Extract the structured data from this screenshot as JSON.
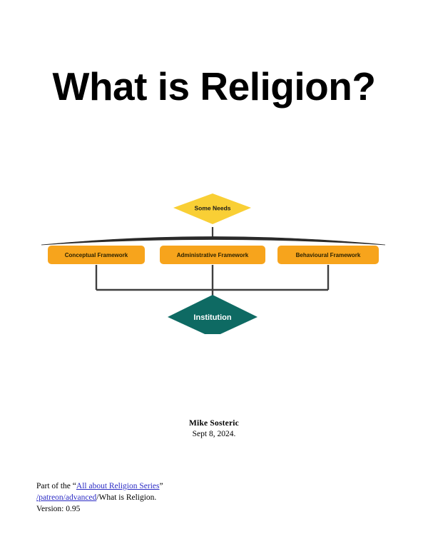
{
  "document": {
    "title": "What is Religion?"
  },
  "diagram": {
    "top_node": {
      "label": "Some Needs",
      "shape": "diamond",
      "fill": "#F9CF35",
      "text_color": "#1a1a1a"
    },
    "frameworks": [
      {
        "label": "Conceptual Framework",
        "shape": "rounded-rect",
        "fill": "#F7A41C",
        "text_color": "#2b2200"
      },
      {
        "label": "Administrative Framework",
        "shape": "rounded-rect",
        "fill": "#F7A41C",
        "text_color": "#2b2200"
      },
      {
        "label": "Behavioural Framework",
        "shape": "rounded-rect",
        "fill": "#F7A41C",
        "text_color": "#2b2200"
      }
    ],
    "bottom_node": {
      "label": "Institution",
      "shape": "diamond",
      "fill": "#0E6A63",
      "text_color": "#ffffff"
    },
    "connector_color": "#3f3f3f"
  },
  "author": {
    "name": "Mike Sosteric",
    "date": "Sept 8, 2024."
  },
  "footer": {
    "line1_prefix": "Part of the “",
    "line1_link": "All about Religion Series",
    "line1_suffix": "”",
    "line2_link": "/patreon/advanced",
    "line2_suffix": "/What is Religion.",
    "line3": "Version: 0.95",
    "link_color": "#2b2bc4"
  }
}
